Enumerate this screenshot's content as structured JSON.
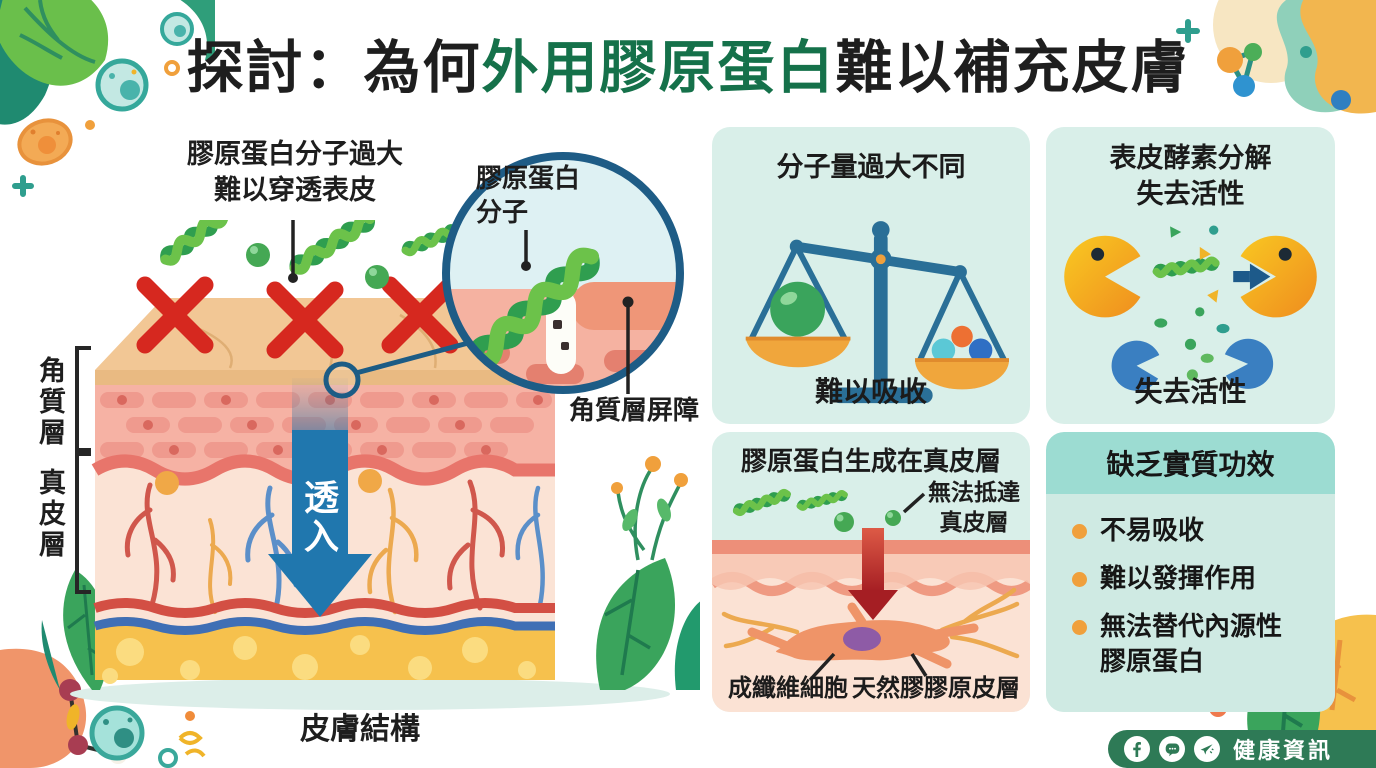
{
  "title": {
    "prefix": "探討：為何",
    "highlight": "外用膠原蛋白",
    "suffix": "難以補充皮膚"
  },
  "colors": {
    "accent_green": "#15714a",
    "panel_bg": "#d9efe9",
    "panel_header": "#9cdcd2",
    "footer_green": "#2e7a56",
    "cross_red": "#d6281f",
    "penetration_arrow_blue": "#2077ae",
    "dermis_arrow_red": "#c0392b",
    "bullet_orange": "#f0a03c"
  },
  "skin_diagram": {
    "top_label_line1": "膠原蛋白分子過大",
    "top_label_line2": "難以穿透表皮",
    "inset_label_line1": "膠原蛋白",
    "inset_label_line2": "分子",
    "barrier_label": "角質層屏障",
    "layer_label_corneum": "角質層",
    "layer_label_dermis": "真皮層",
    "arrow_label": "透入",
    "caption": "皮膚結構"
  },
  "panels": {
    "molecule_size": {
      "title": "分子量過大不同",
      "caption": "難以吸收"
    },
    "enzyme": {
      "title_line1": "表皮酵素分解",
      "title_line2": "失去活性",
      "caption": "失去活性"
    },
    "dermis": {
      "title": "膠原蛋白生成在真皮層",
      "label_unreachable_line1": "無法抵達",
      "label_unreachable_line2": "真皮層",
      "label_fibroblast": "成纖維細胞",
      "label_collagen": "天然膠膠原皮層"
    },
    "no_effect": {
      "header": "缺乏實質功效",
      "bullets": [
        "不易吸收",
        "難以發揮作用",
        "無法替代內源性膠原蛋白"
      ]
    }
  },
  "footer": {
    "brand": "健康資訊",
    "icons": [
      "facebook-icon",
      "line-icon",
      "share-icon"
    ]
  }
}
